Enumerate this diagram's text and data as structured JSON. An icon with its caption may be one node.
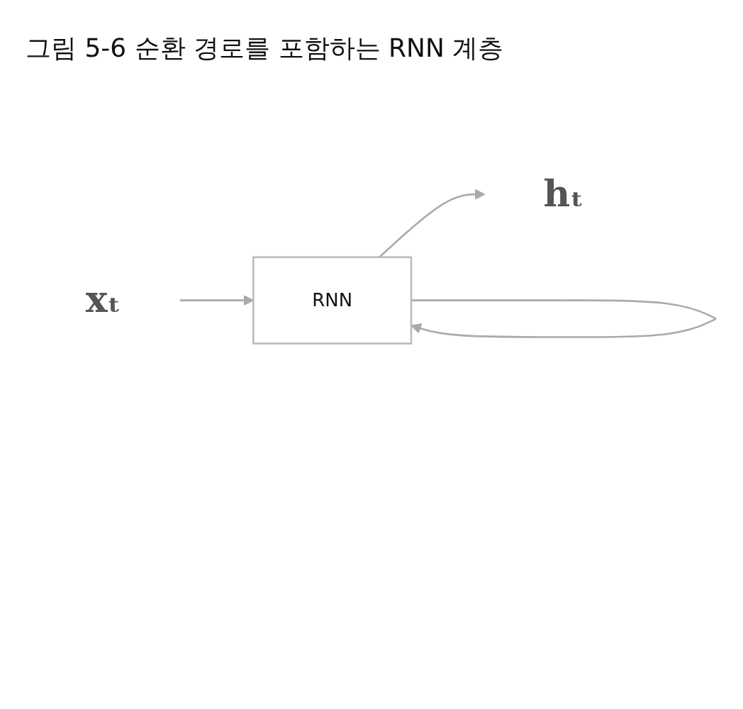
{
  "diagram": {
    "title": "그림 5-6 순환 경로를 포함하는 RNN 계층",
    "nodes": [
      {
        "text": [
          "xₜ"
        ]
      },
      {
        "text": [
          "RNN"
        ]
      },
      {
        "text": [
          "hₜ"
        ]
      }
    ],
    "edges": [
      {
        "from": 0,
        "to": 1,
        "arrow": "to"
      },
      {
        "from": 1,
        "to": 2,
        "arrow": "to"
      },
      {
        "from": 1,
        "to": 1,
        "arrow": "to"
      }
    ]
  }
}
